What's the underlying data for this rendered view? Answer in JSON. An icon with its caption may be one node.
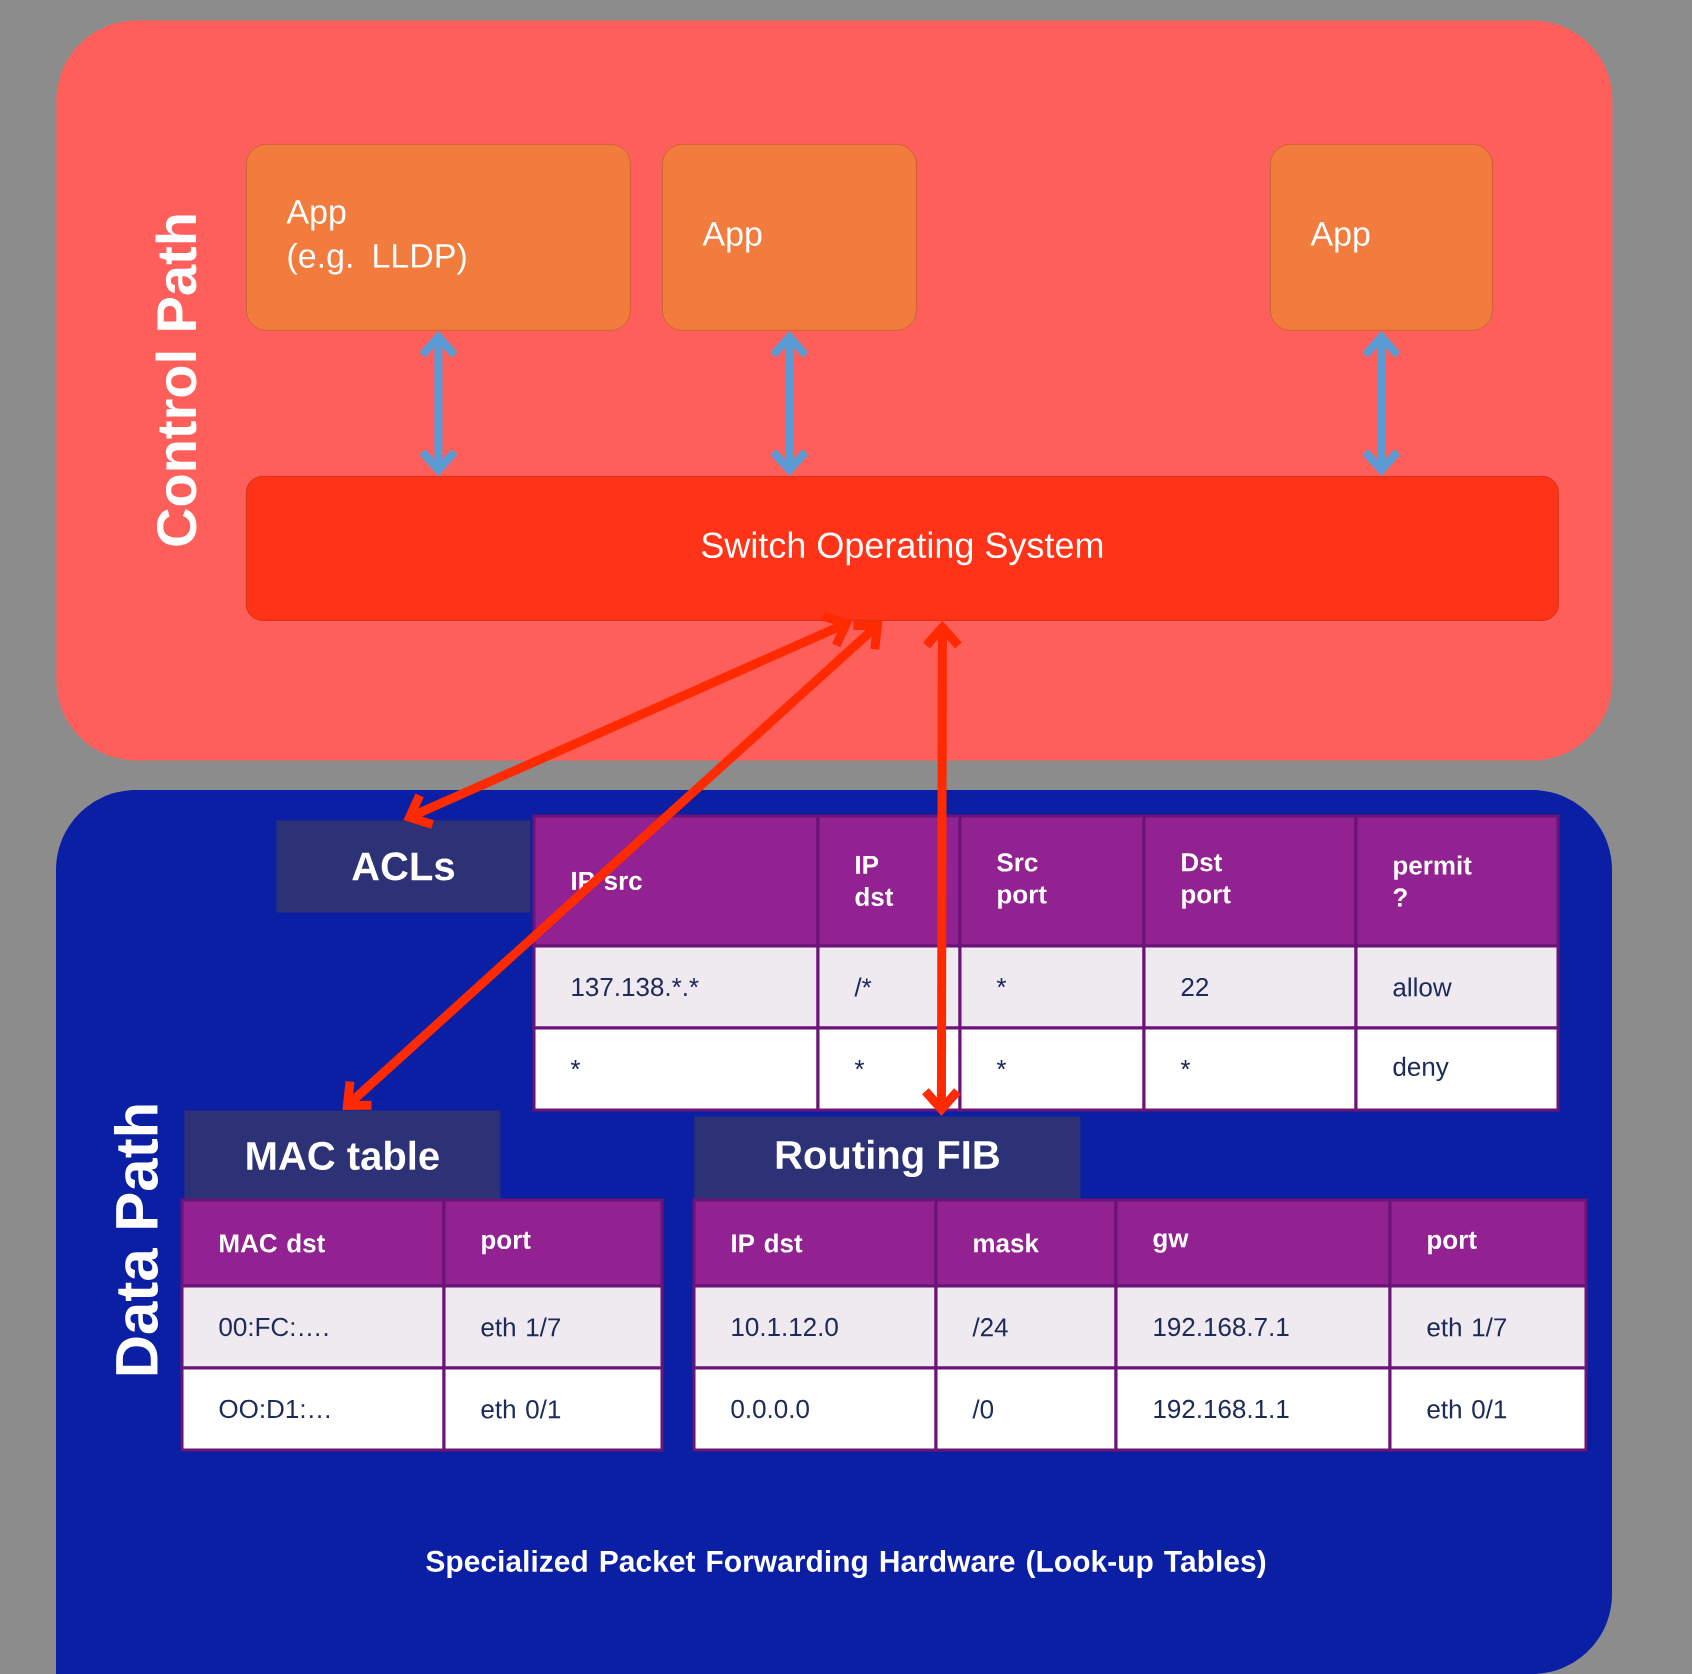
{
  "diagram": {
    "nodes": [
      {
        "text": [
          "Control Path"
        ]
      },
      {
        "text": [
          "App",
          "(e.g. LLDP)"
        ],
        "in": 0
      },
      {
        "text": [
          "App"
        ],
        "in": 0
      },
      {
        "text": [
          "App"
        ],
        "in": 0
      },
      {
        "text": [
          "Switch Operating System"
        ],
        "in": 0
      },
      {
        "text": [
          "Data Path",
          "Specialized Packet Forwarding Hardware (Look-up Tables)"
        ]
      },
      {
        "text": [
          "ACLs"
        ],
        "in": 5
      },
      {
        "text": [
          "MAC table"
        ],
        "in": 5
      },
      {
        "text": [
          "Routing FIB"
        ],
        "in": 5
      }
    ],
    "edges": [
      {
        "from": 1,
        "to": 4,
        "arrow": "both",
        "color": "#5b9bd5"
      },
      {
        "from": 2,
        "to": 4,
        "arrow": "both",
        "color": "#5b9bd5"
      },
      {
        "from": 3,
        "to": 4,
        "arrow": "both",
        "color": "#5b9bd5"
      },
      {
        "from": 4,
        "to": 6,
        "arrow": "both",
        "color": "#ff2a00"
      },
      {
        "from": 4,
        "to": 7,
        "arrow": "both",
        "color": "#ff2a00"
      },
      {
        "from": 4,
        "to": 8,
        "arrow": "both",
        "color": "#ff2a00"
      }
    ],
    "labels": [
      "IP src",
      "IP dst",
      "Src port",
      "Dst port",
      "permit ?",
      "137.138.*.*",
      "/*",
      "*",
      "22",
      "allow",
      "*",
      "*",
      "*",
      "*",
      "deny",
      "MAC dst",
      "port",
      "00:FC:….",
      "eth 1/7",
      "OO:D1:…",
      "eth 0/1",
      "IP dst",
      "mask",
      "gw",
      "port",
      "10.1.12.0",
      "/24",
      "192.168.7.1",
      "eth 1/7",
      "0.0.0.0",
      "/0",
      "192.168.1.1",
      "eth 0/1"
    ]
  }
}
